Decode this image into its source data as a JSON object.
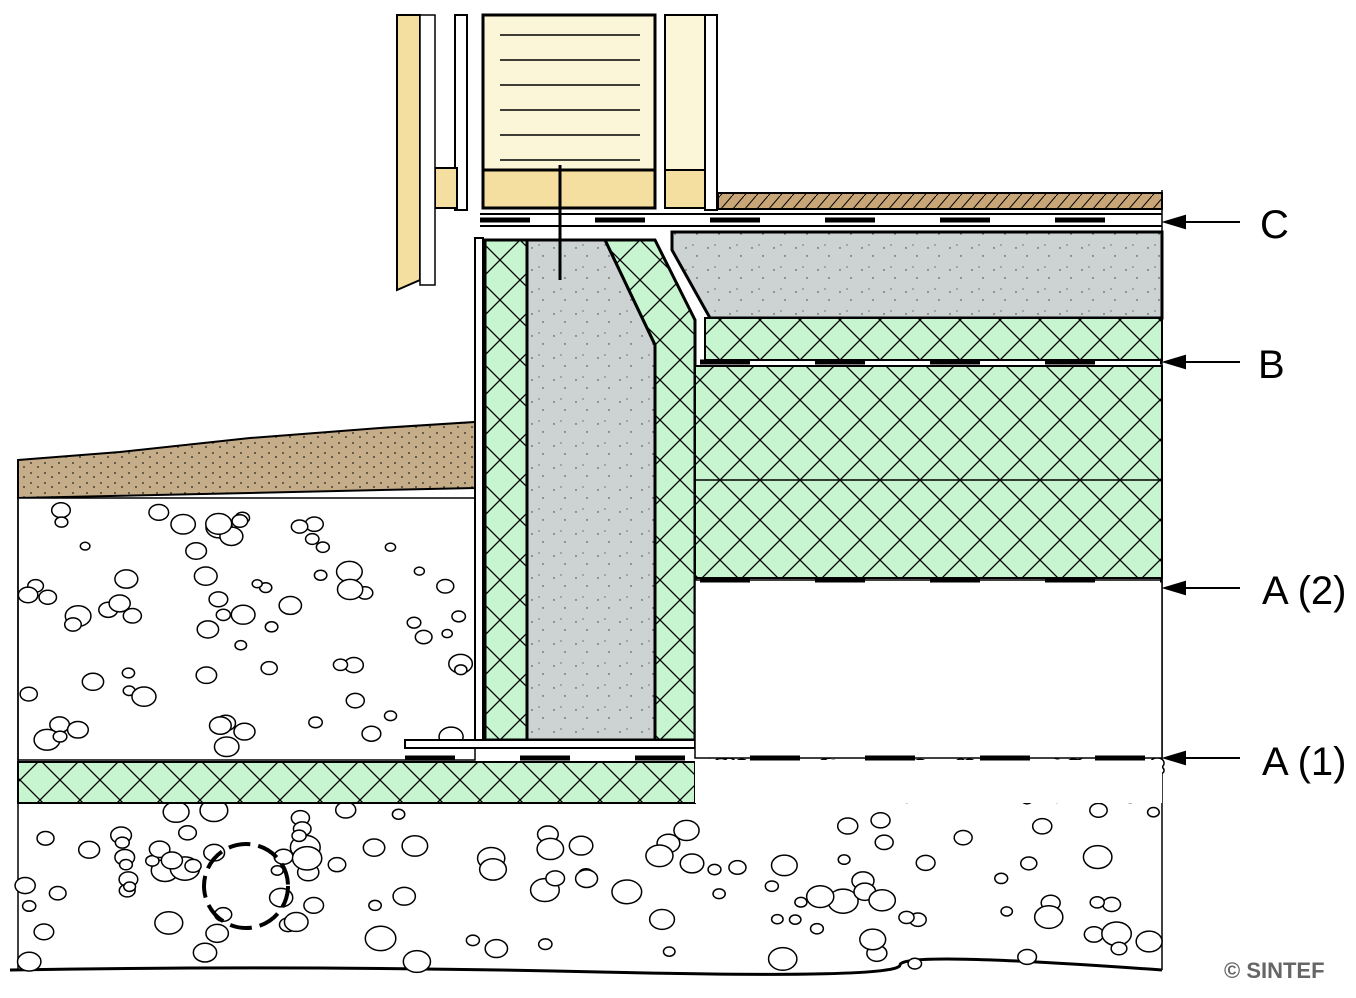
{
  "labels": {
    "c": "C",
    "b": "B",
    "a2": "A (2)",
    "a1": "A (1)"
  },
  "copyright": "© SINTEF",
  "colors": {
    "insulation": "#c6f5cf",
    "concrete": "#cdd3d3",
    "soil": "#c4ad88",
    "wood": "#f5dfa0",
    "wall_insulation": "#fbf6d8",
    "floor": "#c9a678"
  }
}
